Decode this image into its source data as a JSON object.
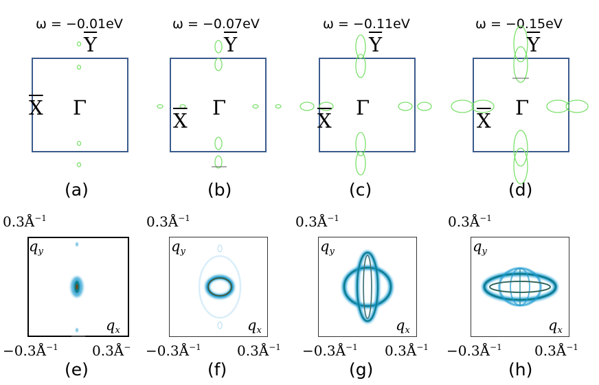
{
  "top_row": {
    "energies": [
      "ω = −0.01eV",
      "ω = −0.07eV",
      "ω = −0.11eV",
      "ω = −0.15eV"
    ],
    "panel_labels": [
      "(a)",
      "(b)",
      "(c)",
      "(d)"
    ],
    "symbols": {
      "gamma": "Γ",
      "x": "X",
      "y": "Y"
    },
    "contour_color": "#7be06b",
    "border_color": "#3a5a8c"
  },
  "bottom_row": {
    "panel_labels": [
      "(e)",
      "(f)",
      "(g)",
      "(h)"
    ],
    "top_tick": "0.3Å",
    "left_tick": "−0.3Å",
    "right_tick": "0.3Å",
    "right_tick_last": "0.3Å",
    "right_tick_short": "0.3Å",
    "exponent": "−1",
    "exponent_short": "−",
    "qx": "q",
    "qy": "q",
    "sub_x": "x",
    "sub_y": "y",
    "map_colors": {
      "outer": "#1f9bd0",
      "mid": "#0f7a8a",
      "core": "#6a4a1a"
    }
  }
}
